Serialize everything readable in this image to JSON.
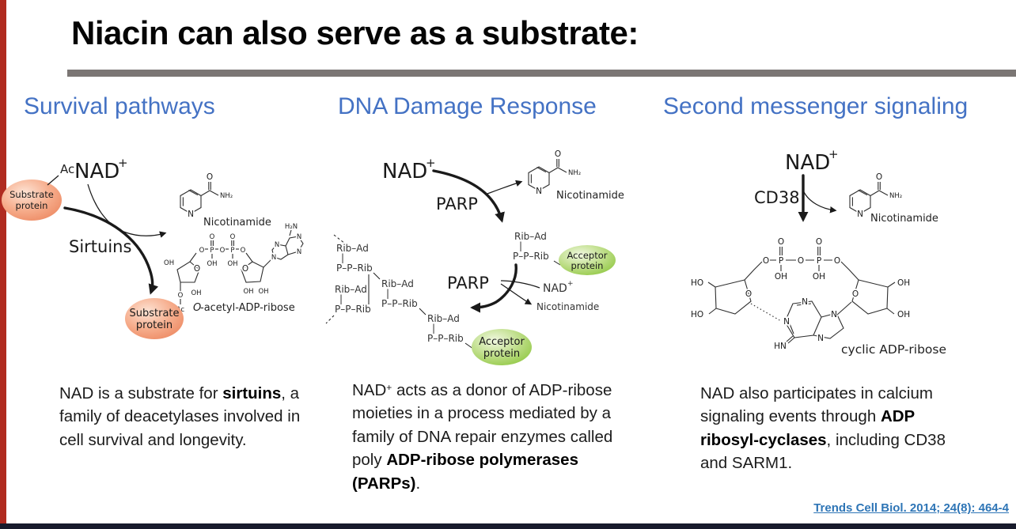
{
  "slide": {
    "title": "Niacin can also serve as a substrate:",
    "citation": "Trends Cell Biol. 2014; 24(8): 464-4"
  },
  "colors": {
    "heading_blue": "#4472C4",
    "citation_blue": "#2E75B6",
    "left_bar_red": "#B02B20",
    "bottom_bar_navy": "#181B2C",
    "divider_gray": "#7B7674",
    "substrate_ellipse_salmon": "#F5A383",
    "acceptor_ellipse_green": "#8FC741"
  },
  "columns": [
    {
      "heading": "Survival pathways",
      "desc_pre": "NAD is a substrate for ",
      "desc_bold": "sirtuins",
      "desc_post": ", a family of deacetylases involved in cell survival and longevity."
    },
    {
      "heading": "DNA Damage Response",
      "desc_nad": "NAD",
      "desc_sup": "+",
      "desc_pre": " acts as a donor of ADP-ribose moieties in a process mediated by a family of DNA repair enzymes called poly ",
      "desc_bold": "ADP-ribose polymerases (PARPs)",
      "desc_post": "."
    },
    {
      "heading": "Second messenger signaling",
      "desc_pre": "NAD also participates in calcium signaling events through ",
      "desc_bold": "ADP ribosyl-cyclases",
      "desc_post": ", including CD38 and SARM1."
    }
  ],
  "symbols": {
    "plus": "+",
    "O": "O",
    "P": "P",
    "N": "N",
    "OH": "OH",
    "HO": "HO",
    "NH2": "NH₂",
    "H2N": "H₂N",
    "HN": "HN",
    "Ac": "Ac",
    "bar": "|"
  },
  "diagram1": {
    "nad": "NAD",
    "sirtuins": "Sirtuins",
    "protein_l1": "Substrate",
    "protein_l2": "protein",
    "nicotinamide": "Nicotinamide",
    "product_italic": "O",
    "product_rest": "-acetyl-ADP-ribose"
  },
  "diagram2": {
    "nad": "NAD",
    "parp": "PARP",
    "nicotinamide": "Nicotinamide",
    "rib_ad": "Rib–Ad",
    "p_p_rib": "P–P–Rib",
    "acceptor_l1": "Acceptor",
    "acceptor_l2": "protein"
  },
  "diagram3": {
    "nad": "NAD",
    "cd38": "CD38",
    "nicotinamide": "Nicotinamide",
    "product": "cyclic ADP-ribose"
  }
}
